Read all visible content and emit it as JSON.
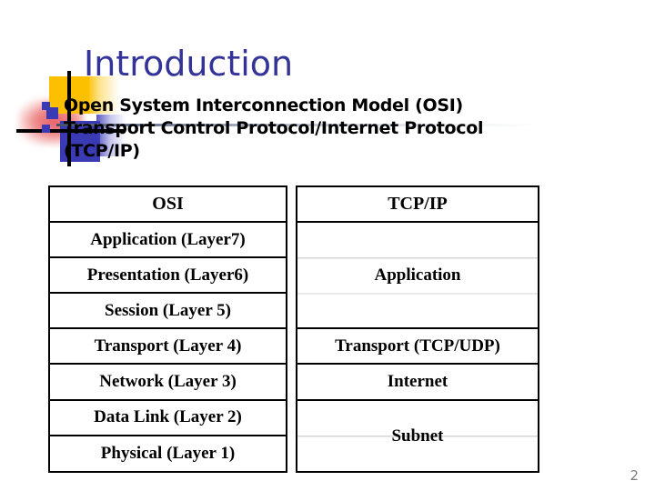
{
  "slide": {
    "title": "Introduction",
    "title_color": "#333399",
    "page_number": "2",
    "background": "#ffffff"
  },
  "decoration": {
    "name": "corner-motif",
    "yellow": "#fcc000",
    "blue": "#3a3ab4",
    "red": "#e8606a",
    "crosshair": "#000000"
  },
  "bullets": [
    {
      "text": "Open System Interconnection Model (OSI)",
      "continuation": null
    },
    {
      "text": "Transport Control Protocol/Internet Protocol",
      "continuation": "(TCP/IP)"
    }
  ],
  "comparison": {
    "osi": {
      "header": "OSI",
      "layers": [
        "Application (Layer7)",
        "Presentation (Layer6)",
        "Session (Layer 5)",
        "Transport (Layer 4)",
        "Network (Layer 3)",
        "Data Link (Layer 2)",
        "Physical (Layer 1)"
      ]
    },
    "tcpip": {
      "header": "TCP/IP",
      "layers": [
        {
          "label": "Application",
          "span": 3
        },
        {
          "label": "Transport (TCP/UDP)",
          "span": 1
        },
        {
          "label": "Internet",
          "span": 1
        },
        {
          "label": "Subnet",
          "span": 2
        }
      ]
    }
  }
}
